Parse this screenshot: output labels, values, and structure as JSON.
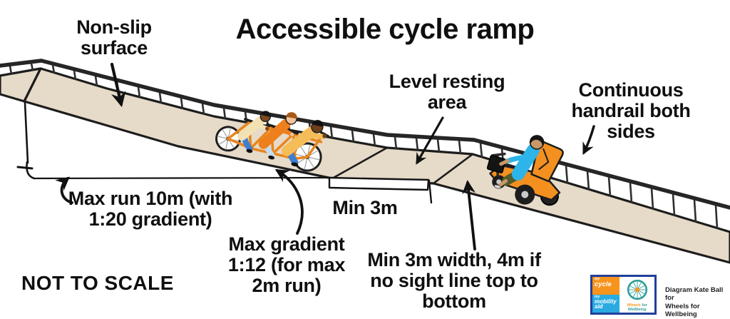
{
  "title": "Accessible cycle ramp",
  "labels": {
    "non_slip": "Non-slip\nsurface",
    "level_resting": "Level resting\narea",
    "handrail": "Continuous\nhandrail both\nsides",
    "max_run": "Max run 10m (with\n1:20 gradient)",
    "min_3m": "Min 3m",
    "max_gradient": "Max gradient\n1:12 (for max\n2m run)",
    "min_width": "Min 3m width, 4m if\nno sight line top to\nbottom",
    "not_to_scale": "NOT TO SCALE"
  },
  "credit": "Diagram Kate Ball for\nWheels for Wellbeing",
  "logo": {
    "small1": "my",
    "word1": "cycle",
    "small2": "my",
    "word2": "mobility",
    "word3": "aid",
    "cap1": "Wheels",
    "cap2": "for",
    "cap3": "Wellbeing"
  },
  "colors": {
    "ramp_surface": "#e6dac8",
    "outline": "#1c1c1c",
    "bike_orange": "#e8861c",
    "scooter_orange": "#f39020",
    "shirt_blue": "#2db5e9",
    "jeans_blue": "#3e7ed2",
    "logo_orange": "#f7941d",
    "logo_blue": "#29abe2",
    "logo_teal": "#2e9e9b",
    "logo_navy": "#21409a"
  }
}
